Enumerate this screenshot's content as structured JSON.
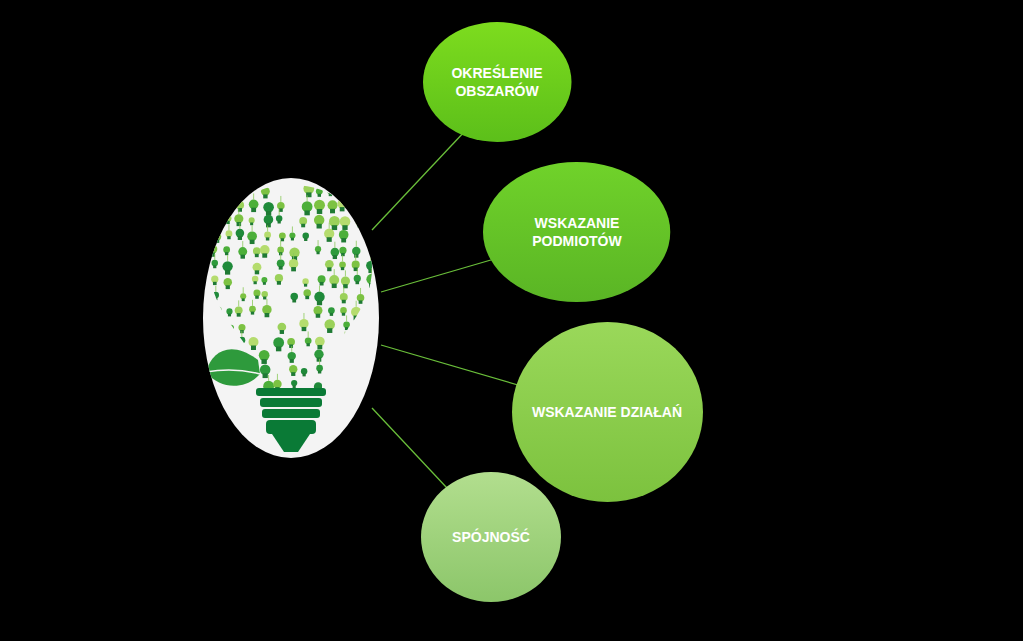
{
  "diagram": {
    "nodes": [
      {
        "text": [
          "OKREŚLENIE OBSZARÓW"
        ]
      },
      {
        "text": [
          "WSKAZANIE PODMIOTÓW"
        ]
      },
      {
        "text": [
          "WSKAZANIE DZIAŁAŃ"
        ]
      },
      {
        "text": [
          "SPÓJNOŚĆ"
        ]
      }
    ]
  }
}
